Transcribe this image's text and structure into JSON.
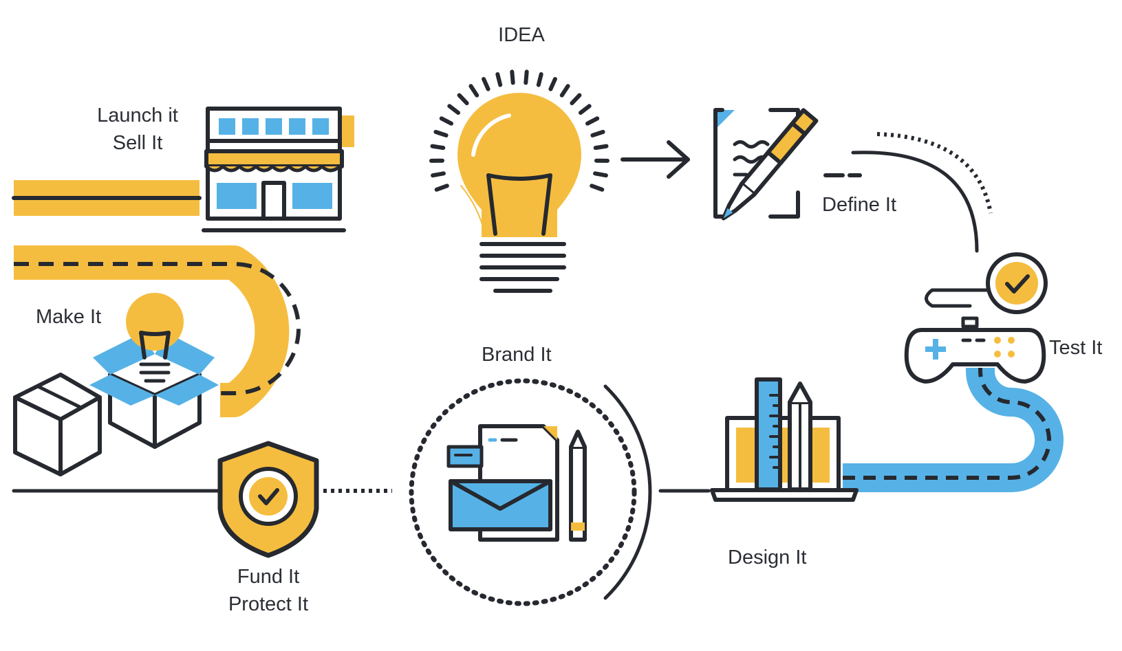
{
  "colors": {
    "yellow": "#f5bd3f",
    "blue": "#56b2e6",
    "ink": "#26292f",
    "background": "#ffffff"
  },
  "labels": {
    "idea": "IDEA",
    "define": "Define It",
    "test": "Test It",
    "design": "Design It",
    "brand": "Brand It",
    "fund_line1": "Fund It",
    "fund_line2": "Protect It",
    "make": "Make It",
    "launch_line1": "Launch it",
    "launch_line2": "Sell It"
  },
  "icons": [
    "lightbulb-icon",
    "arrow-right-icon",
    "document-pen-icon",
    "checkmark-circle-icon",
    "gamepad-icon",
    "laptop-ruler-pencil-icon",
    "envelope-documents-icon",
    "shield-check-icon",
    "box-lightbulb-icon",
    "closed-box-icon",
    "storefront-icon"
  ]
}
